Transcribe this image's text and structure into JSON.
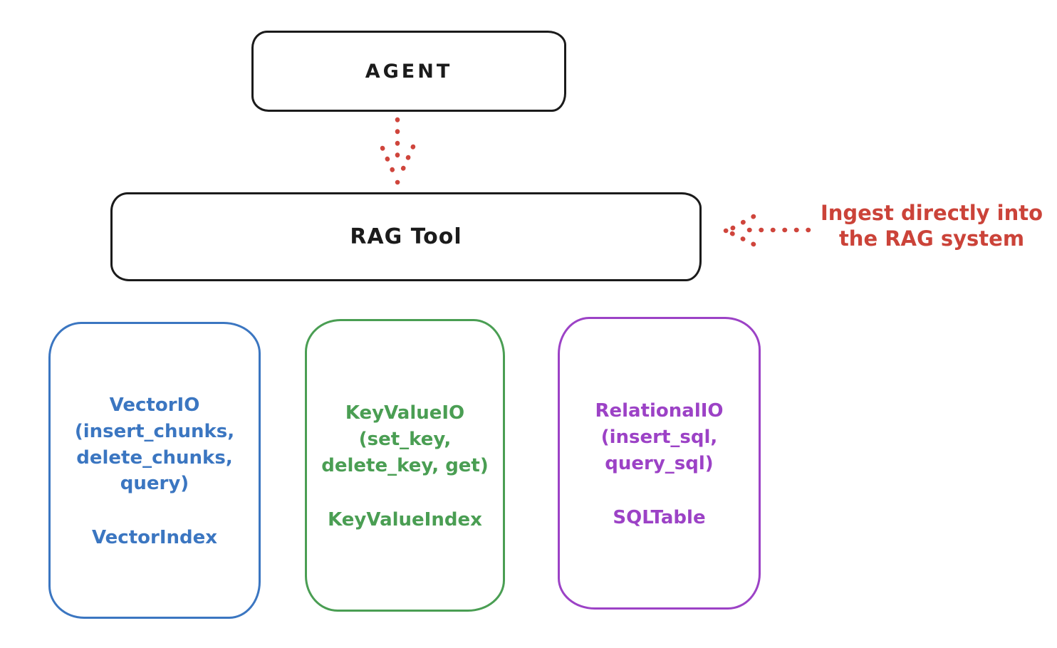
{
  "diagram": {
    "agent": {
      "label": "AGENT"
    },
    "rag_tool": {
      "label": "RAG Tool"
    },
    "annotation": {
      "line1": "Ingest directly into",
      "line2": "the RAG system",
      "color": "#cb4339"
    },
    "arrows": [
      {
        "name": "agent-to-rag-tool",
        "style": "dotted",
        "direction": "down",
        "color": "#cf453c"
      },
      {
        "name": "annotation-to-rag-tool",
        "style": "dotted",
        "direction": "left",
        "color": "#cf453c"
      }
    ],
    "stores": [
      {
        "id": "vector-io",
        "color": "#3b76c1",
        "lines": [
          "VectorIO",
          "(insert_chunks,",
          "delete_chunks,",
          "query)"
        ],
        "index_label": "VectorIndex"
      },
      {
        "id": "keyvalue-io",
        "color": "#4a9e53",
        "lines": [
          "KeyValueIO",
          "(set_key,",
          "delete_key, get)"
        ],
        "index_label": "KeyValueIndex"
      },
      {
        "id": "relational-io",
        "color": "#9c42c6",
        "lines": [
          "RelationalIO",
          "(insert_sql,",
          "query_sql)"
        ],
        "index_label": "SQLTable"
      }
    ]
  }
}
